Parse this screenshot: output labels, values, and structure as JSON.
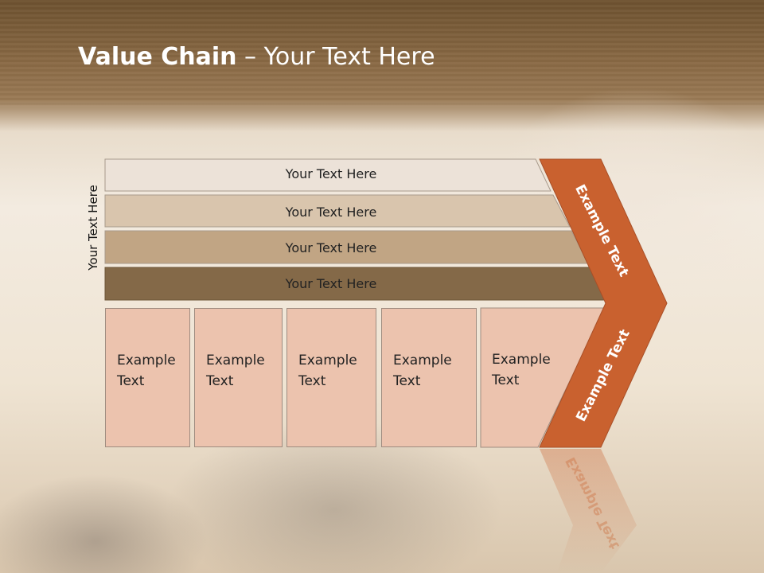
{
  "slide": {
    "title_bold": "Value Chain",
    "title_rest": " – Your Text Here"
  },
  "side_label": "Your Text Here",
  "bars": [
    {
      "label": "Your Text Here",
      "color": "#ece2d8"
    },
    {
      "label": "Your Text Here",
      "color": "#d9c5ad"
    },
    {
      "label": "Your Text Here",
      "color": "#c1a584"
    },
    {
      "label": "Your Text Here",
      "color": "#846948"
    }
  ],
  "cells": [
    {
      "line1": "Example",
      "line2": "Text"
    },
    {
      "line1": "Example",
      "line2": "Text"
    },
    {
      "line1": "Example",
      "line2": "Text"
    },
    {
      "line1": "Example",
      "line2": "Text"
    },
    {
      "line1": "Example",
      "line2": "Text"
    }
  ],
  "chevron": {
    "upper_label": "Example Text",
    "lower_label": "Example Text",
    "color": "#c9612f"
  }
}
